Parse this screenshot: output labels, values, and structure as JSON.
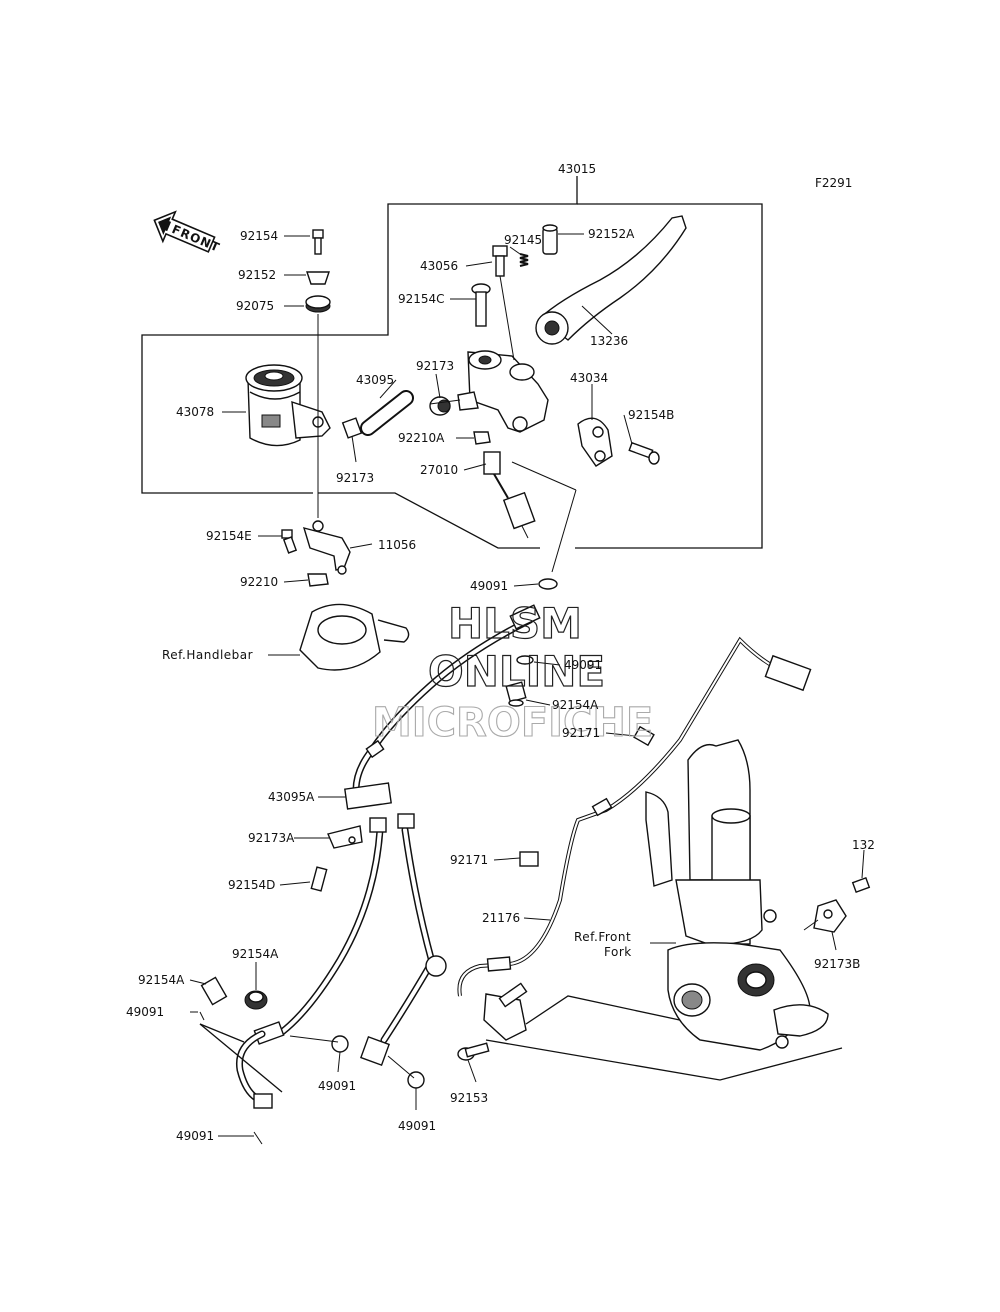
{
  "figure": {
    "id": "F2291",
    "front_arrow_label": "FRONT",
    "watermark": {
      "line1": "HLSM",
      "line2": "ONLINE",
      "line3": "MICROFICHE"
    }
  },
  "assembly": {
    "master_cylinder_assy": "43015"
  },
  "references": {
    "handlebar": "Ref.Handlebar",
    "front_fork_line1": "Ref.Front",
    "front_fork_line2": "Fork"
  },
  "parts": {
    "p92154": "92154",
    "p92152": "92152",
    "p92075": "92075",
    "p43078": "43078",
    "p43095": "43095",
    "p92173_a": "92173",
    "p92173_b": "92173",
    "p43056": "43056",
    "p92145": "92145",
    "p92152A": "92152A",
    "p92154C": "92154C",
    "p13236": "13236",
    "p43034": "43034",
    "p92154B": "92154B",
    "p92210A": "92210A",
    "p27010": "27010",
    "p92154E": "92154E",
    "p11056": "11056",
    "p92210": "92210",
    "p49091_a": "49091",
    "p49091_b": "49091",
    "p92154A_a": "92154A",
    "p92171_a": "92171",
    "p43095A": "43095A",
    "p92173A": "92173A",
    "p92154D": "92154D",
    "p92171_b": "92171",
    "p132": "132",
    "p21176": "21176",
    "p92173B": "92173B",
    "p92154A_b": "92154A",
    "p92154A_c": "92154A",
    "p49091_c": "49091",
    "p49091_d": "49091",
    "p49091_e": "49091",
    "p49091_f": "49091",
    "p92153": "92153"
  }
}
